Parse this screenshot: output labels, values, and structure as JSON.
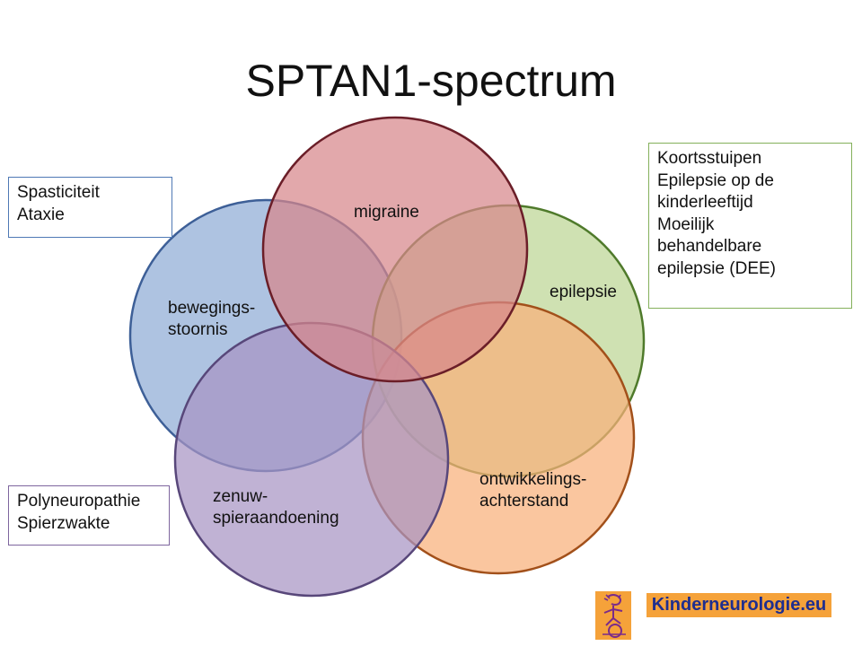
{
  "slide": {
    "title": "SPTAN1-spectrum"
  },
  "circles": [
    {
      "id": "migraine",
      "label_lines": [
        "migraine"
      ],
      "fill": "#d7878a",
      "stroke": "#6b1e28"
    },
    {
      "id": "epilepsie",
      "label_lines": [
        "epilepsie"
      ],
      "fill": "#bcd694",
      "stroke": "#4f7a2b"
    },
    {
      "id": "ontwikkelingsachterstand",
      "label_lines": [
        "ontwikkelings-",
        "achterstand"
      ],
      "fill": "#f8b07a",
      "stroke": "#a2501a"
    },
    {
      "id": "zenuwspieraandoening",
      "label_lines": [
        "zenuw-",
        "spieraandoening"
      ],
      "fill": "#a894c4",
      "stroke": "#58477a"
    },
    {
      "id": "bewegingsstoornis",
      "label_lines": [
        "bewegings-",
        "stoornis"
      ],
      "fill": "#8facd6",
      "stroke": "#3d5f97"
    }
  ],
  "boxes": {
    "left_top": [
      "Spasticiteit",
      "Ataxie"
    ],
    "right": [
      "Koortsstuipen",
      "Epilepsie op de",
      "kinderleeftijd",
      "Moeilijk",
      "behandelbare",
      "epilepsie (DEE)"
    ],
    "left_bottom": [
      "Polyneuropathie",
      "Spierzwakte"
    ]
  },
  "logo": {
    "text": "Kinderneurologie.eu",
    "color": "#f5a23a",
    "icon": "child-figure-icon"
  }
}
